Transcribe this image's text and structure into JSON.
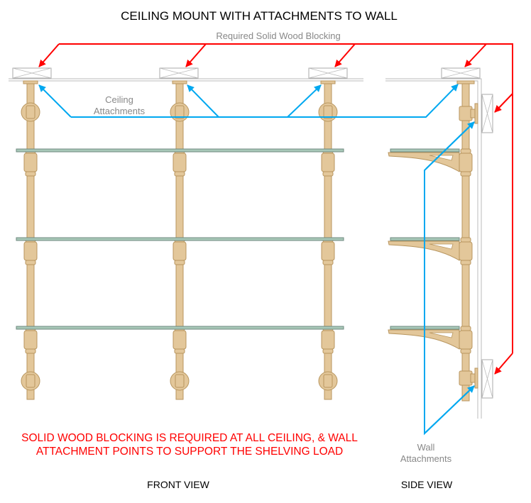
{
  "title": "CEILING MOUNT WITH ATTACHMENTS TO WALL",
  "labels": {
    "blocking": "Required Solid Wood Blocking",
    "ceiling_attach": [
      "Ceiling",
      "Attachments"
    ],
    "wall_attach": [
      "Wall",
      "Attachments"
    ],
    "warning": [
      "SOLID WOOD BLOCKING IS REQUIRED AT ALL CEILING, & WALL",
      "ATTACHMENT POINTS TO SUPPORT THE SHELVING LOAD"
    ],
    "front_view": "FRONT VIEW",
    "side_view": "SIDE VIEW"
  },
  "colors": {
    "red": "#ff0000",
    "blue": "#00a8f0",
    "brass": "#e3c79a",
    "brass_stroke": "#b8965f",
    "glass": "#a8c8b8",
    "gray": "#888888"
  },
  "shelf_count": 3,
  "front_post_count": 3
}
